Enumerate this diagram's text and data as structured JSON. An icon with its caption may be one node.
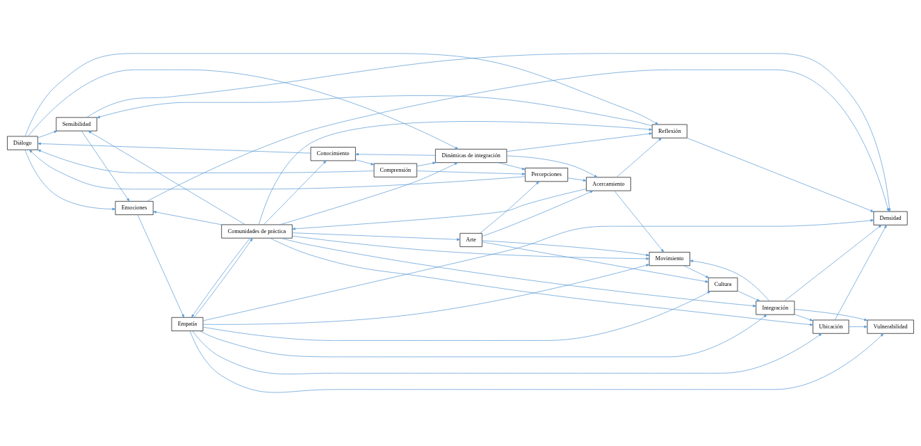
{
  "diagram": {
    "nodes": [
      {
        "text": [
          "Diálogo"
        ]
      },
      {
        "text": [
          "Conocimiento"
        ]
      },
      {
        "text": [
          "Sensibilidad"
        ]
      },
      {
        "text": [
          "Reflexión"
        ]
      },
      {
        "text": [
          "Densidad"
        ]
      },
      {
        "text": [
          "Comprensión"
        ]
      },
      {
        "text": [
          "Dinámicas de integración"
        ]
      },
      {
        "text": [
          "Emociones"
        ]
      },
      {
        "text": [
          "Percepciones"
        ]
      },
      {
        "text": [
          "Comunidades de práctica"
        ]
      },
      {
        "text": [
          "Ubicación"
        ]
      },
      {
        "text": [
          "Empatía"
        ]
      },
      {
        "text": [
          "Acercamiento"
        ]
      },
      {
        "text": [
          "Vulnerabilidad"
        ]
      },
      {
        "text": [
          "Movimiento"
        ]
      },
      {
        "text": [
          "Arte"
        ]
      },
      {
        "text": [
          "Cultura"
        ]
      },
      {
        "text": [
          "Integración"
        ]
      }
    ],
    "edges": [
      {
        "from": 1,
        "to": 0,
        "arrow": "to"
      },
      {
        "from": 5,
        "to": 0,
        "arrow": "to"
      },
      {
        "from": 8,
        "to": 0,
        "arrow": "to"
      },
      {
        "from": 0,
        "to": 6,
        "arrow": "to"
      },
      {
        "from": 1,
        "to": 5,
        "arrow": "to"
      },
      {
        "from": 6,
        "to": 1,
        "arrow": "to"
      },
      {
        "from": 9,
        "to": 1,
        "arrow": "to"
      },
      {
        "from": 5,
        "to": 6,
        "arrow": "to"
      },
      {
        "from": 5,
        "to": 8,
        "arrow": "to"
      },
      {
        "from": 6,
        "to": 8,
        "arrow": "to"
      },
      {
        "from": 6,
        "to": 3,
        "arrow": "to"
      },
      {
        "from": 9,
        "to": 6,
        "arrow": "to"
      },
      {
        "from": 6,
        "to": 12,
        "arrow": "to"
      },
      {
        "from": 0,
        "to": 3,
        "arrow": "to"
      },
      {
        "from": 0,
        "to": 2,
        "arrow": "to"
      },
      {
        "from": 0,
        "to": 7,
        "arrow": "to"
      },
      {
        "from": 3,
        "to": 2,
        "arrow": "to"
      },
      {
        "from": 9,
        "to": 2,
        "arrow": "to"
      },
      {
        "from": 3,
        "to": 4,
        "arrow": "to"
      },
      {
        "from": 9,
        "to": 3,
        "arrow": "to"
      },
      {
        "from": 9,
        "to": 7,
        "arrow": "to"
      },
      {
        "from": 2,
        "to": 7,
        "arrow": "to"
      },
      {
        "from": 2,
        "to": 4,
        "arrow": "to"
      },
      {
        "from": 7,
        "to": 4,
        "arrow": "to"
      },
      {
        "from": 7,
        "to": 11,
        "arrow": "to"
      },
      {
        "from": 9,
        "to": 10,
        "arrow": "to"
      },
      {
        "from": 11,
        "to": 9,
        "arrow": "to"
      },
      {
        "from": 9,
        "to": 11,
        "arrow": "to"
      },
      {
        "from": 9,
        "to": 14,
        "arrow": "to"
      },
      {
        "from": 9,
        "to": 17,
        "arrow": "to"
      },
      {
        "from": 10,
        "to": 4,
        "arrow": "to"
      },
      {
        "from": 10,
        "to": 13,
        "arrow": "to"
      },
      {
        "from": 11,
        "to": 4,
        "arrow": "to"
      },
      {
        "from": 11,
        "to": 10,
        "arrow": "to"
      },
      {
        "from": 11,
        "to": 13,
        "arrow": "to"
      },
      {
        "from": 11,
        "to": 14,
        "arrow": "to"
      },
      {
        "from": 11,
        "to": 16,
        "arrow": "to"
      },
      {
        "from": 11,
        "to": 17,
        "arrow": "to"
      },
      {
        "from": 17,
        "to": 10,
        "arrow": "to"
      },
      {
        "from": 17,
        "to": 4,
        "arrow": "to"
      },
      {
        "from": 17,
        "to": 13,
        "arrow": "to"
      },
      {
        "from": 17,
        "to": 14,
        "arrow": "to"
      },
      {
        "from": 16,
        "to": 17,
        "arrow": "to"
      },
      {
        "from": 14,
        "to": 16,
        "arrow": "to"
      },
      {
        "from": 15,
        "to": 16,
        "arrow": "to"
      },
      {
        "from": 15,
        "to": 14,
        "arrow": "to"
      },
      {
        "from": 9,
        "to": 15,
        "arrow": "to"
      },
      {
        "from": 12,
        "to": 9,
        "arrow": "to"
      },
      {
        "from": 12,
        "to": 14,
        "arrow": "to"
      },
      {
        "from": 12,
        "to": 3,
        "arrow": "to"
      },
      {
        "from": 15,
        "to": 12,
        "arrow": "to"
      },
      {
        "from": 15,
        "to": 8,
        "arrow": "to"
      },
      {
        "from": 8,
        "to": 12,
        "arrow": "to"
      }
    ]
  }
}
